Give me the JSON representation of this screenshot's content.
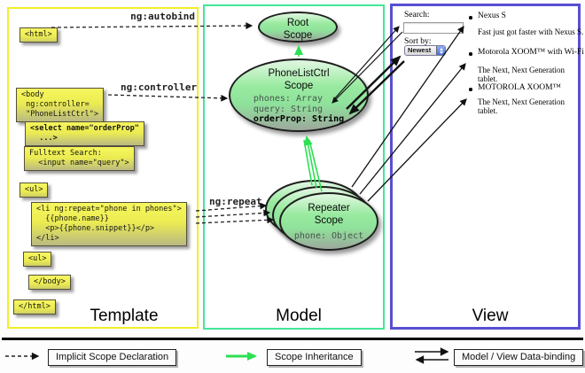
{
  "template": {
    "label": "Template",
    "boxes": {
      "html_open": "<html>",
      "body_open": "<body\n ng:controller=\n \"PhoneListCtrl\">",
      "select_box": "<select name=\"orderProp\"\n  ...>",
      "fulltext_box": "Fulltext Search:\n  <input name=\"query\">",
      "ul_open": "<ul>",
      "li_box": "<li ng:repeat=\"phone in phones\">\n  {{phone.name}}\n  <p>{{phone.snippet}}</p>\n</li>",
      "ul_close": "<ul>",
      "body_close": "</body>",
      "html_close": "</html>"
    },
    "connectors": {
      "autobind": "ng:autobind",
      "controller": "ng:controller",
      "repeat": "ng:repeat"
    }
  },
  "model": {
    "label": "Model",
    "root_scope": {
      "title": "Root\nScope"
    },
    "phonelist_scope": {
      "title": "PhoneListCtrl\nScope",
      "prop1": "phones: Array",
      "prop2": "query: String",
      "prop3": "orderProp: String"
    },
    "repeater_scope": {
      "title": "Repeater\nScope",
      "prop": "phone: Object"
    }
  },
  "view": {
    "label": "View",
    "search_label": "Search:",
    "search_value": "",
    "sort_label": "Sort by:",
    "sort_value": "Newest",
    "items": [
      {
        "title": "Nexus S",
        "desc": "Fast just got faster with Nexus S."
      },
      {
        "title": "Motorola XOOM™ with Wi-Fi",
        "desc": "The Next, Next Generation tablet."
      },
      {
        "title": "MOTOROLA XOOM™",
        "desc": "The Next, Next Generation tablet."
      }
    ]
  },
  "legend": {
    "implicit": "Implicit Scope Declaration",
    "inheritance": "Scope Inheritance",
    "binding": "Model / View Data-binding"
  },
  "colors": {
    "template_border": "#f2ee2a",
    "model_border": "#43e69a",
    "view_border": "#584fd2",
    "code_box_yellow": "#ecec52",
    "scope_green": "#8fe29b",
    "inheritance_arrow_green": "#2ce052",
    "arrow_black": "#111111"
  }
}
